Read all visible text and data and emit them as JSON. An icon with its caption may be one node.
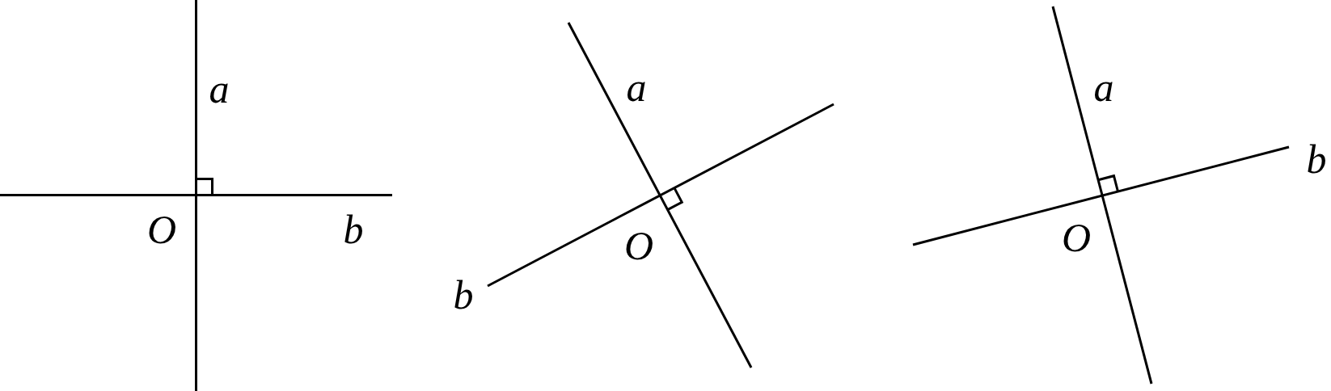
{
  "diagram": {
    "labels": [
      "a",
      "O",
      "b",
      "a",
      "O",
      "b",
      "a",
      "O",
      "b"
    ]
  }
}
